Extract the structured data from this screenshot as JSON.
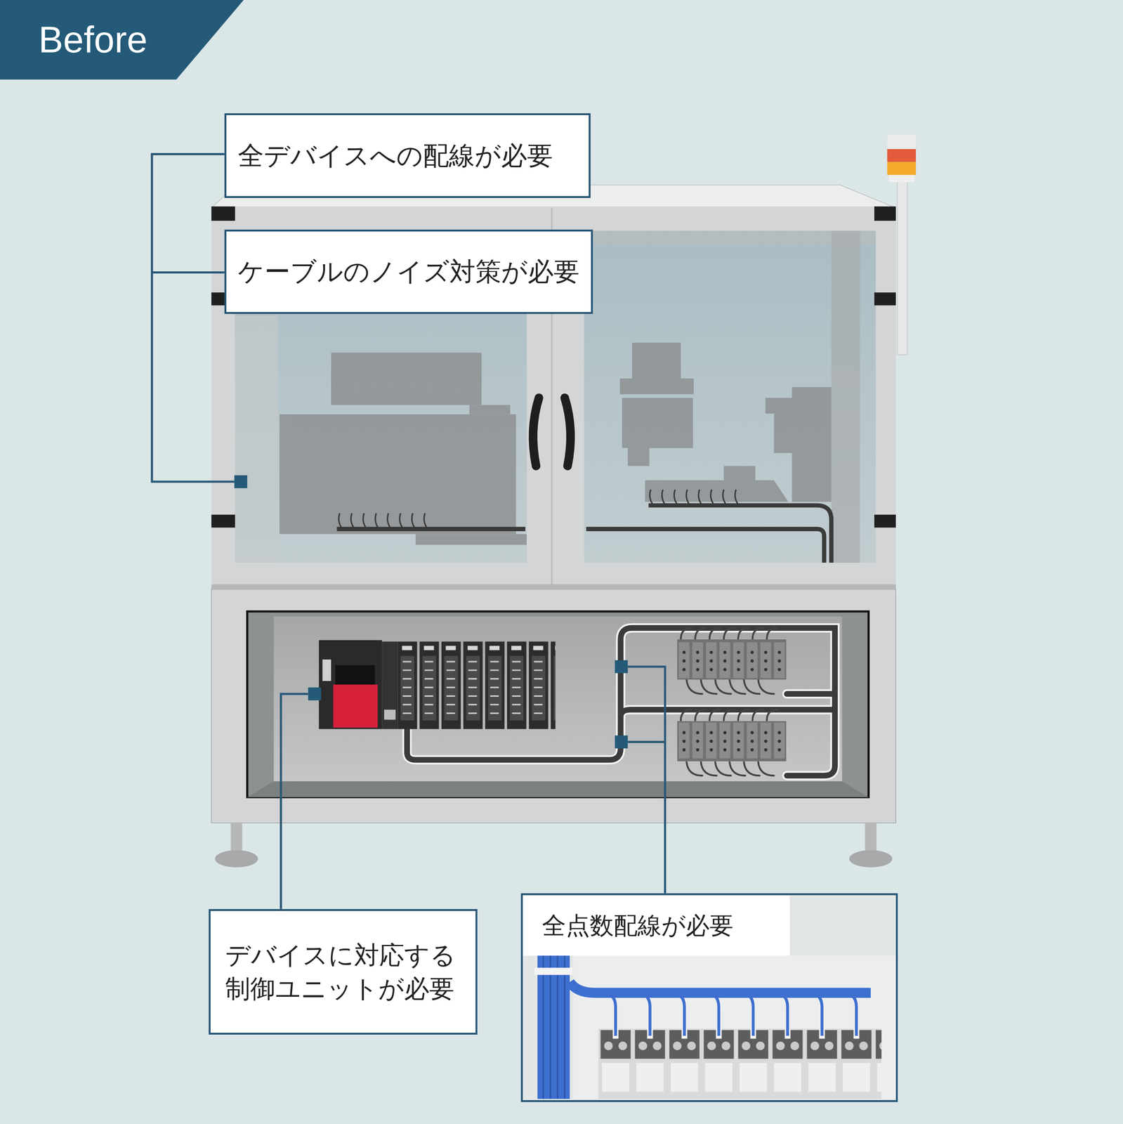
{
  "diagram": {
    "title": "Before",
    "nodes": [
      {
        "text": [
          "全デバイスへの配線が必要"
        ]
      },
      {
        "text": [
          "ケーブルのノイズ対策が必要"
        ]
      },
      {
        "text": [
          "デバイスに対応する制御ユニットが必要"
        ]
      },
      {
        "text": [
          "全点数配線が必要"
        ]
      }
    ]
  }
}
